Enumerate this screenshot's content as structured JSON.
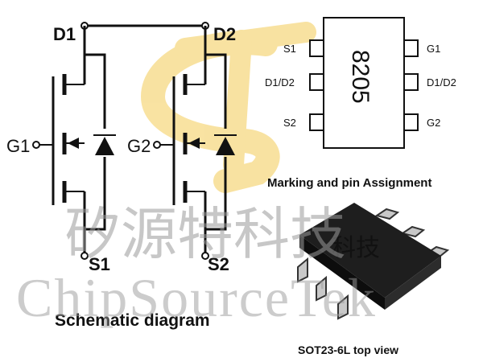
{
  "schematic": {
    "d1": "D1",
    "d2": "D2",
    "g1": "G1",
    "g2": "G2",
    "s1": "S1",
    "s2": "S2",
    "caption": "Schematic diagram"
  },
  "marking": {
    "chip_text": "8205",
    "pins_left": [
      "S1",
      "D1/D2",
      "S2"
    ],
    "pins_right": [
      "G1",
      "D1/D2",
      "G2"
    ],
    "caption": "Marking and pin Assignment"
  },
  "package": {
    "marking_text": "科技",
    "caption": "SOT23-6L top view"
  },
  "watermark": {
    "chinese": "矽源特科技",
    "english": "ChipSourceTek"
  },
  "colors": {
    "logo_yellow": "#f6d77a",
    "watermark_gray": "#9a9a9a",
    "chip_body": "#1e1e1e",
    "chip_leads": "#c8c8c8"
  }
}
